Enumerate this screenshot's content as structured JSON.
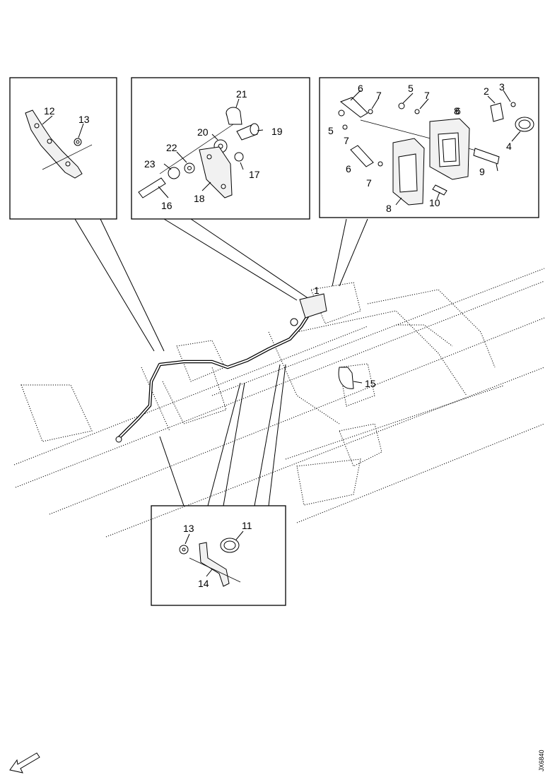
{
  "figure_code": "JX6840",
  "callouts": {
    "panel_left": [
      "12",
      "13"
    ],
    "panel_middle": [
      "21",
      "20",
      "19",
      "22",
      "23",
      "17",
      "16",
      "18"
    ],
    "panel_right": [
      "6",
      "7",
      "5",
      "7",
      "2",
      "3",
      "6",
      "5",
      "7",
      "8",
      "4",
      "6",
      "7",
      "9",
      "8",
      "10"
    ],
    "panel_bottom": [
      "13",
      "11",
      "14"
    ],
    "main": [
      "1",
      "15"
    ]
  },
  "orientation_arrow_icon": "front-direction-arrow-icon"
}
